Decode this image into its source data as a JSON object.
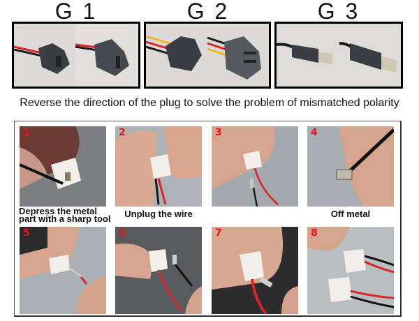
{
  "groups": [
    {
      "label": "G 1",
      "description": "2-pin black connector with red and black wires, shown as plug pair",
      "icon": "jst-sm-2pin-connector"
    },
    {
      "label": "G 2",
      "description": "3-pin black connector with yellow, red and black wires",
      "icon": "jst-sm-3pin-connector"
    },
    {
      "label": "G 3",
      "description": "USB Type-A plugs on black cables",
      "icon": "usb-a-plug"
    }
  ],
  "caption": "Reverse the direction of the plug to solve the problem of mismatched polarity",
  "steps": [
    {
      "number": "1",
      "label_line1": "Depress the metal",
      "label_line2": "part with a sharp tool",
      "description": "needle pressing metal latch on white 2-pin connector"
    },
    {
      "number": "2",
      "label_line1": "Unplug the wire",
      "label_line2": "",
      "description": "fingers pulling wire out of white connector"
    },
    {
      "number": "3",
      "label_line1": "",
      "label_line2": "",
      "description": "red wire still in connector, terminal removed"
    },
    {
      "number": "4",
      "label_line1": "Off metal",
      "label_line2": "",
      "description": "sharp tool bending metal terminal tab"
    },
    {
      "number": "5",
      "label_line1": "",
      "label_line2": "",
      "description": "inserting red wire terminal into connector"
    },
    {
      "number": "6",
      "label_line1": "",
      "label_line2": "",
      "description": "black wire terminal ready to insert"
    },
    {
      "number": "7",
      "label_line1": "",
      "label_line2": "",
      "description": "inserting black wire terminal into connector"
    },
    {
      "number": "8",
      "label_line1": "",
      "label_line2": "",
      "description": "two white connectors with swapped red and black wires"
    }
  ],
  "colors": {
    "step_number": "#e8141b",
    "wire_red": "#d8232a",
    "wire_black": "#1a1a1a",
    "wire_yellow": "#f0b820",
    "connector_white": "#f2efea",
    "connector_black": "#3a3d42"
  }
}
